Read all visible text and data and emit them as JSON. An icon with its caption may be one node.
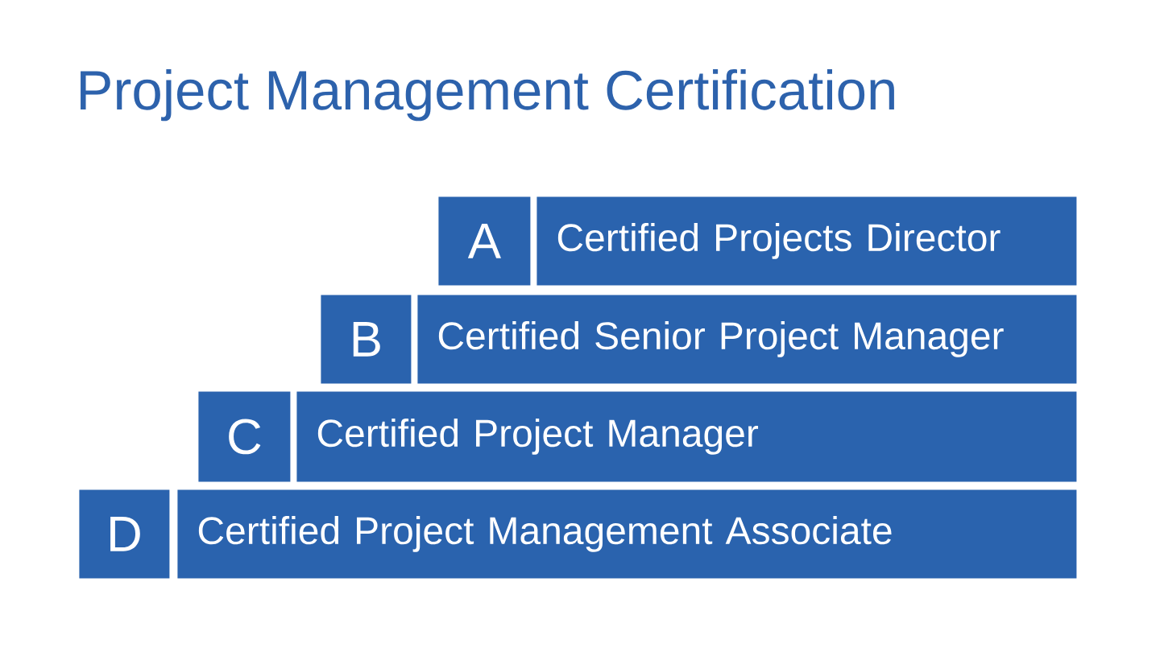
{
  "diagram": {
    "title": "Project Management Certification",
    "nodes": [
      {
        "text": [
          "A"
        ]
      },
      {
        "text": [
          "Certified Projects Director"
        ]
      },
      {
        "text": [
          "B"
        ]
      },
      {
        "text": [
          "Certified Senior Project Manager"
        ]
      },
      {
        "text": [
          "C"
        ]
      },
      {
        "text": [
          "Certified Project Manager"
        ]
      },
      {
        "text": [
          "D"
        ]
      },
      {
        "text": [
          "Certified Project Management Associate"
        ]
      }
    ]
  }
}
